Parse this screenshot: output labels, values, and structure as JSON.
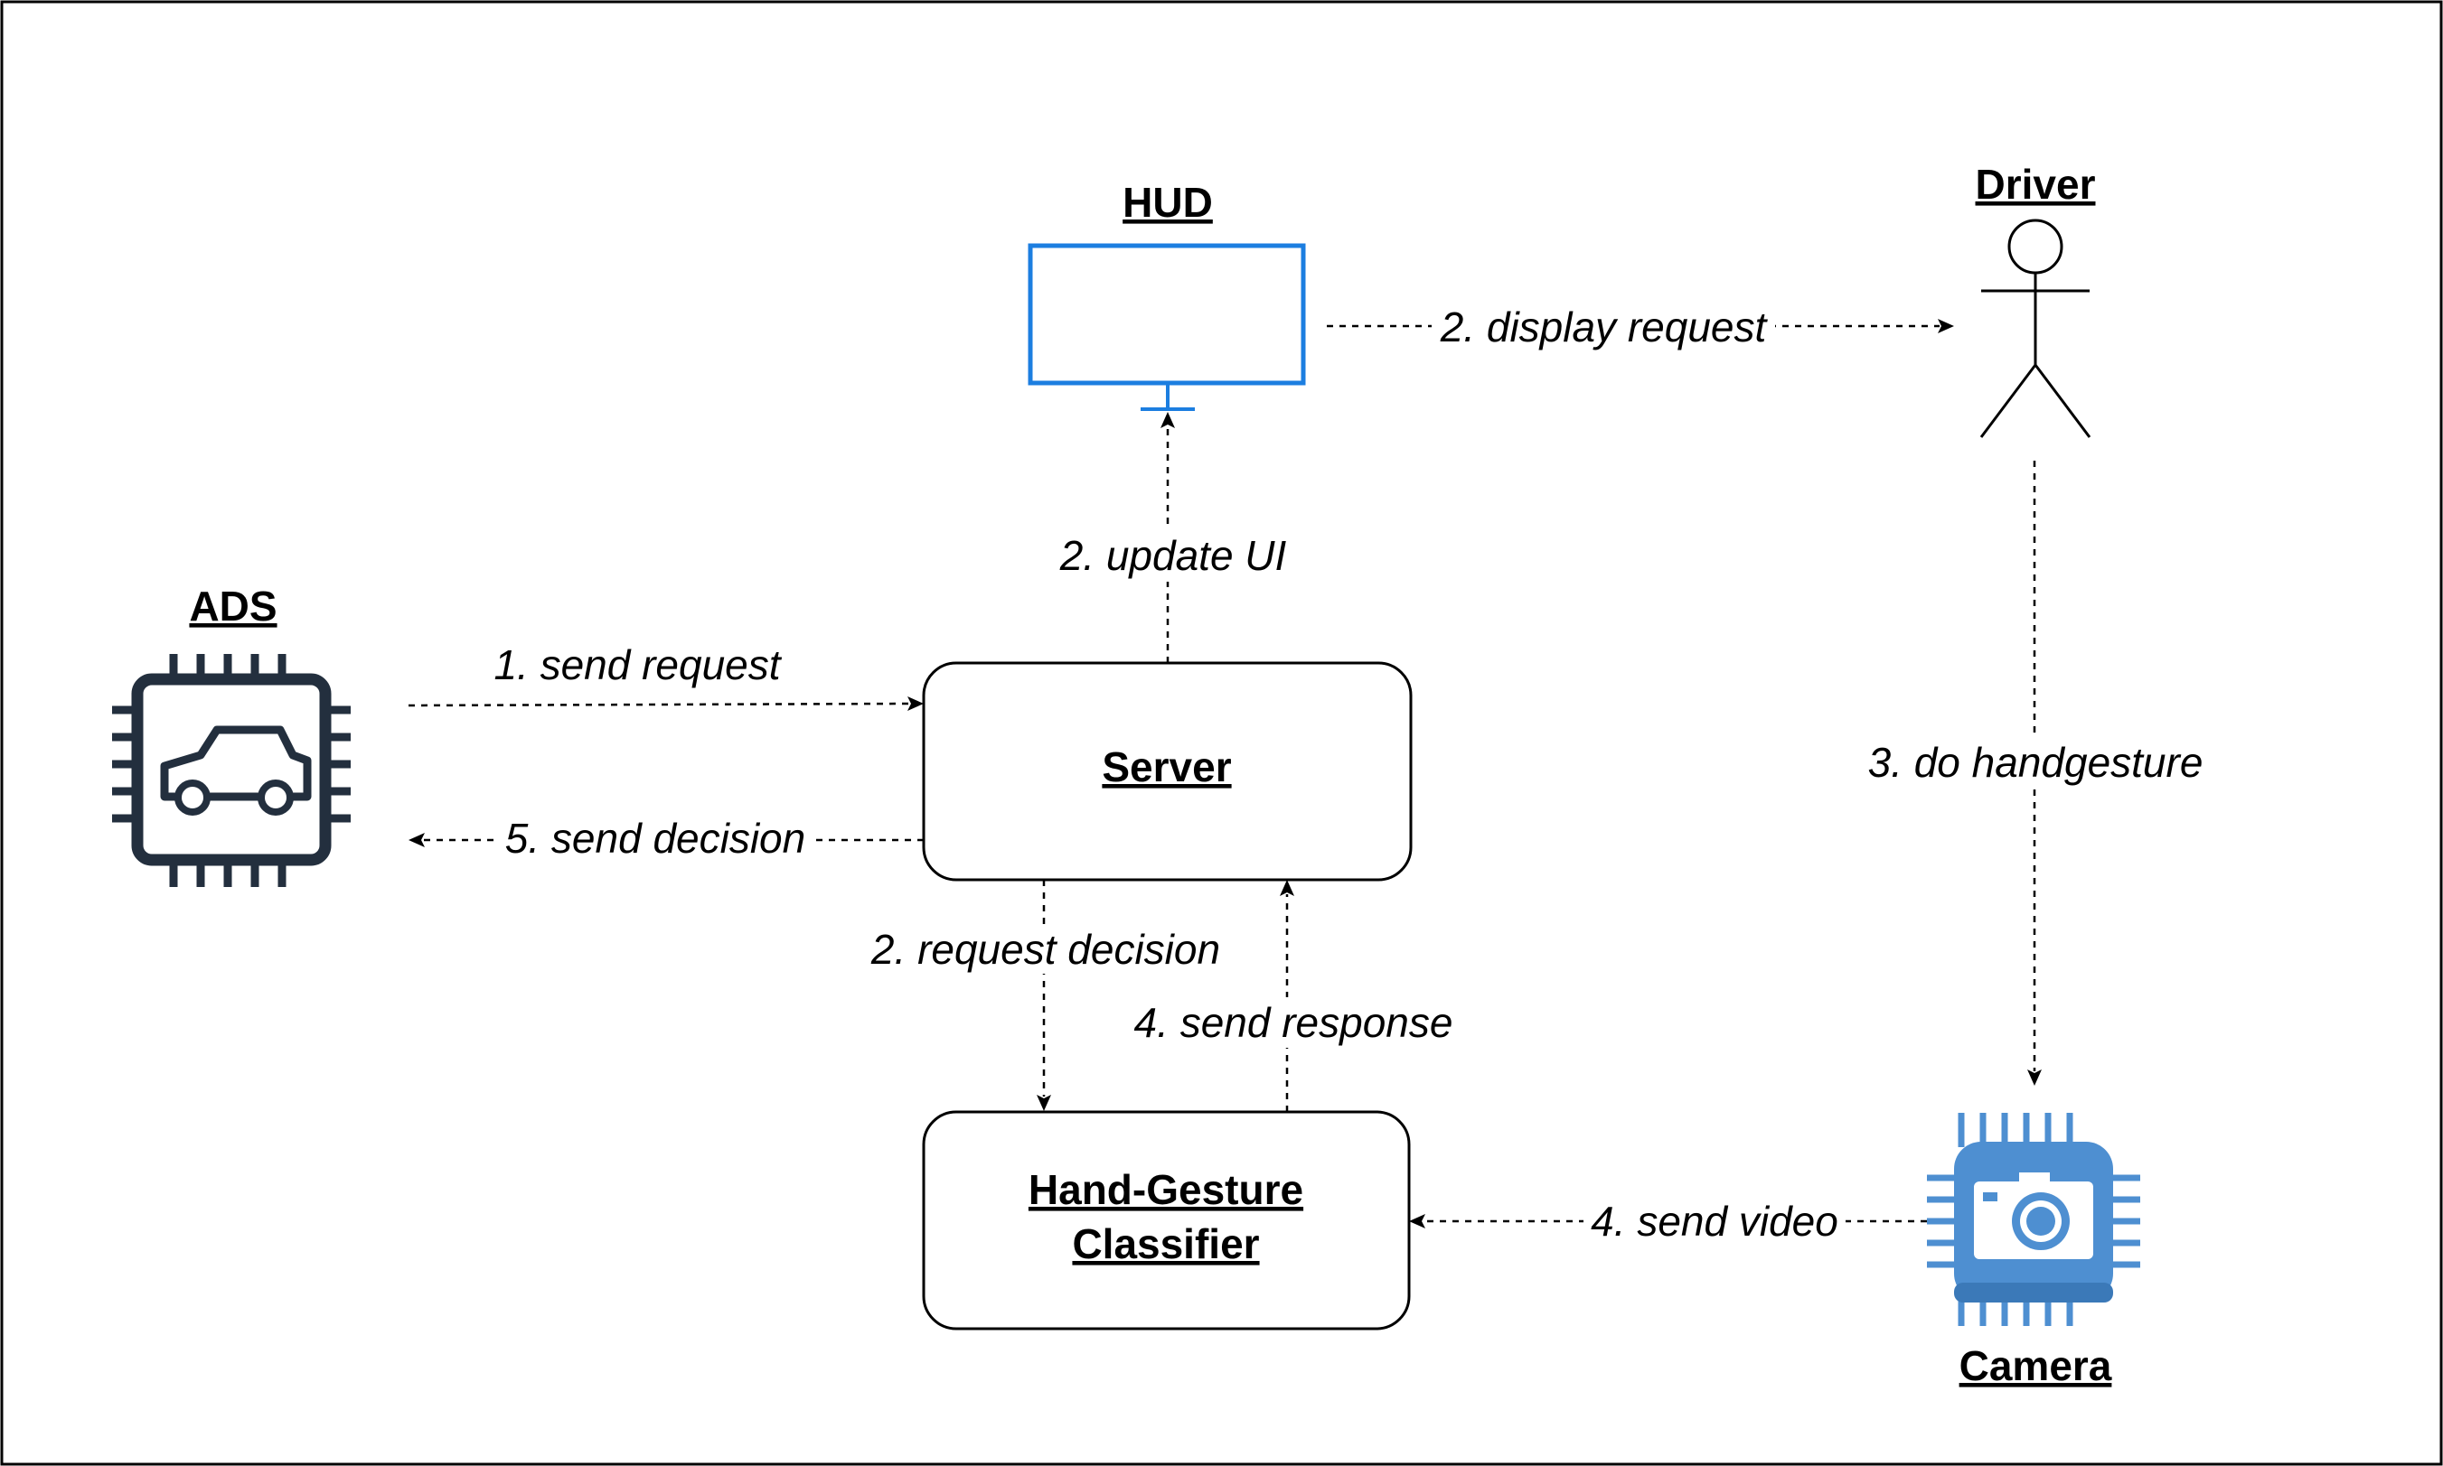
{
  "colors": {
    "hud_stroke": "#1c7ee0",
    "ads_icon": "#232f3e",
    "camera_icon": "#4e8fd1",
    "line": "#000000"
  },
  "nodes": {
    "hud": {
      "title": "HUD"
    },
    "driver": {
      "title": "Driver"
    },
    "ads": {
      "title": "ADS",
      "icon": "car-chip-icon"
    },
    "server": {
      "title": "Server"
    },
    "classifier": {
      "title_line1": "Hand-Gesture",
      "title_line2": "Classifier"
    },
    "camera": {
      "title": "Camera",
      "icon": "camera-chip-icon"
    }
  },
  "edges": {
    "send_request": "1. send request",
    "update_ui": "2. update UI",
    "display_request": "2. display request",
    "request_decision": "2. request decision",
    "do_handgesture": "3. do handgesture",
    "send_response": "4. send response",
    "send_video": "4. send video",
    "send_decision": "5. send decision"
  }
}
